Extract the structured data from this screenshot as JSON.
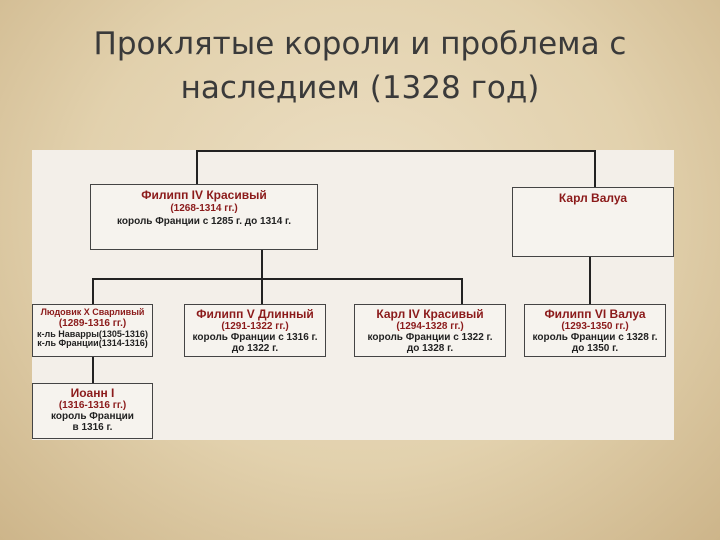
{
  "slide": {
    "title_line1": "Проклятые короли и проблема с",
    "title_line2": "наследием (1328 год)"
  },
  "tree": {
    "philip4": {
      "name": "Филипп IV Красивый",
      "years": "(1268-1314 гг.)",
      "info": "король Франции с 1285 г. до 1314 г."
    },
    "charles_valois": {
      "name": "Карл Валуа"
    },
    "louis10": {
      "name": "Людовик X Сварливый",
      "years": "(1289-1316 гг.)",
      "info1": "к-ль Наварры(1305-1316)",
      "info2": "к-ль Франции(1314-1316)"
    },
    "philip5": {
      "name": "Филипп V Длинный",
      "years": "(1291-1322 гг.)",
      "info1": "король Франции с 1316 г.",
      "info2": "до 1322 г."
    },
    "charles4": {
      "name": "Карл IV Красивый",
      "years": "(1294-1328 гг.)",
      "info1": "король Франции с 1322 г.",
      "info2": "до 1328 г."
    },
    "philip6": {
      "name": "Филипп VI Валуа",
      "years": "(1293-1350 гг.)",
      "info1": "король Франции с 1328 г.",
      "info2": "до 1350 г."
    },
    "john1": {
      "name": "Иоанн I",
      "years": "(1316-1316 гг.)",
      "info1": "король Франции",
      "info2": "в 1316 г."
    }
  }
}
